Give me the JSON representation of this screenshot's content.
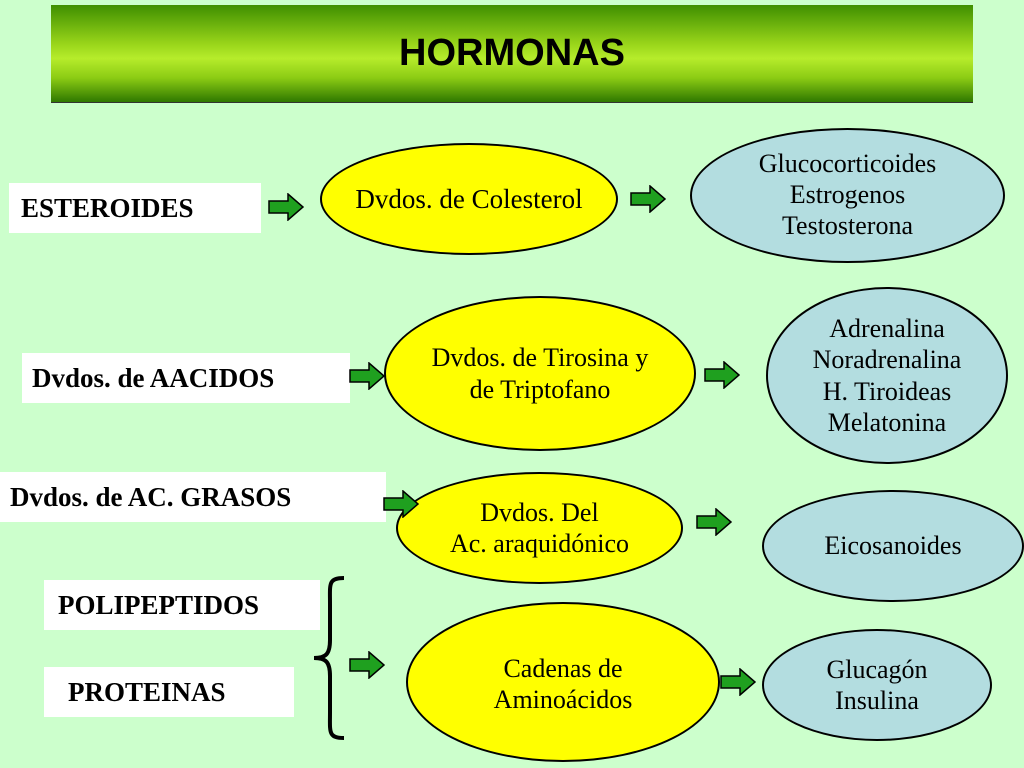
{
  "title": "HORMONAS",
  "categories": {
    "esteroides": "ESTEROIDES",
    "aacidos": "Dvdos. de AACIDOS",
    "acgrasos": "Dvdos. de AC. GRASOS",
    "polipeptidos": "POLIPEPTIDOS",
    "proteinas": "PROTEINAS"
  },
  "sources": {
    "colesterol": "Dvdos. de Colesterol",
    "tirosina": [
      "Dvdos. de Tirosina y",
      "de Triptofano"
    ],
    "araquidonico": [
      "Dvdos. Del",
      "Ac. araquidónico"
    ],
    "aminoacidos": [
      "Cadenas de",
      "Aminoácidos"
    ]
  },
  "products": {
    "steroid_hormones": [
      "Glucocorticoides",
      "Estrogenos",
      "Testosterona"
    ],
    "amino_hormones": [
      "Adrenalina",
      "Noradrenalina",
      "H. Tiroideas",
      "Melatonina"
    ],
    "lipid_hormones": [
      "Eicosanoides"
    ],
    "peptide_hormones": [
      "Glucagón",
      "Insulina"
    ]
  },
  "colors": {
    "background": "#ccffcc",
    "source_fill": "#ffff00",
    "product_fill": "#b3dde0",
    "arrow_fill": "#1fa01f"
  }
}
